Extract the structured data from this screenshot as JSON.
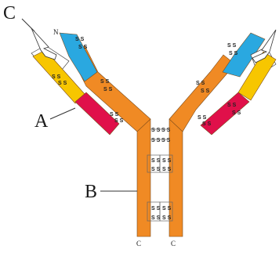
{
  "labels": {
    "A": "A",
    "B": "B",
    "C": "C",
    "N": "N",
    "C_terminus_left": "C",
    "C_terminus_right": "C",
    "disulfide": "S S"
  },
  "colors": {
    "heavy_chain": "#f08a24",
    "light_variable": "#2aa8e0",
    "light_constant": "#f7c600",
    "heavy_constant_red": "#e0104a",
    "binding_site_bg": "#ffffff",
    "text": "#1a1a1a"
  }
}
